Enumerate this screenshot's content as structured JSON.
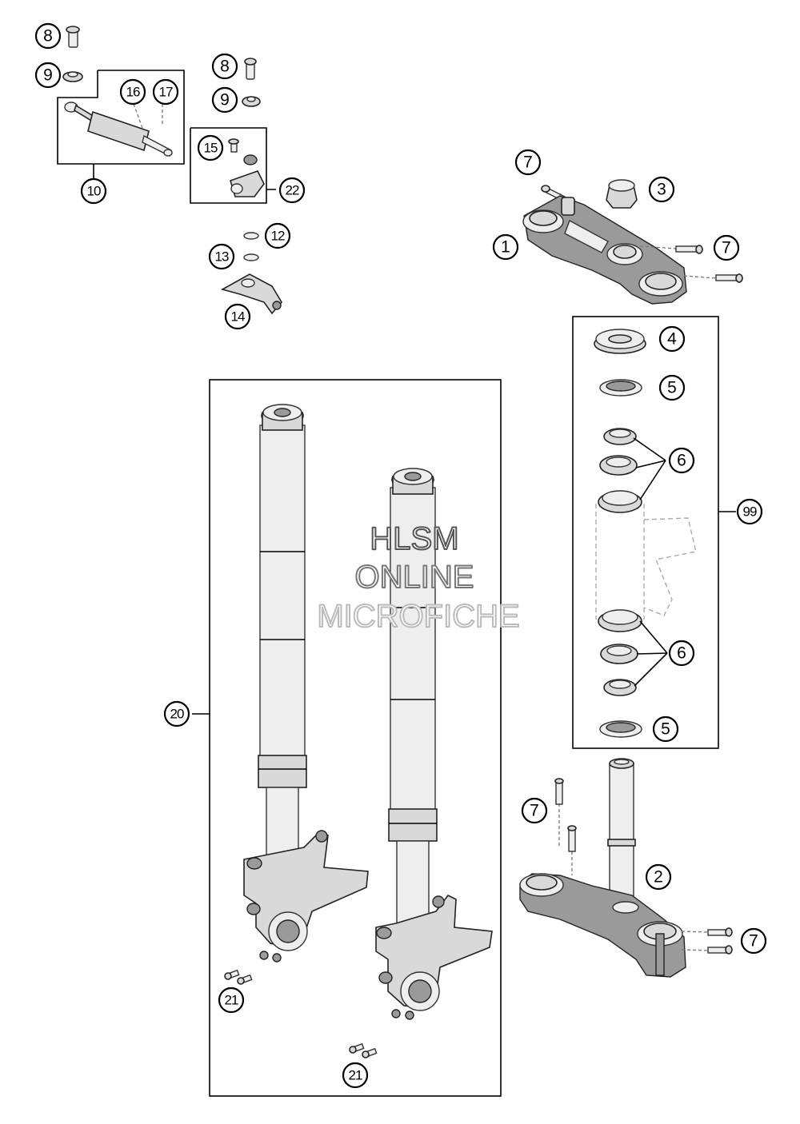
{
  "watermark": {
    "line1": "HLSM",
    "line2": "ONLINE",
    "line3": "MICROFICHE"
  },
  "callouts": [
    {
      "id": "c8a",
      "label": "8"
    },
    {
      "id": "c9a",
      "label": "9"
    },
    {
      "id": "c16",
      "label": "16"
    },
    {
      "id": "c17",
      "label": "17"
    },
    {
      "id": "c10",
      "label": "10"
    },
    {
      "id": "c8b",
      "label": "8"
    },
    {
      "id": "c9b",
      "label": "9"
    },
    {
      "id": "c15",
      "label": "15"
    },
    {
      "id": "c22",
      "label": "22"
    },
    {
      "id": "c12",
      "label": "12"
    },
    {
      "id": "c13",
      "label": "13"
    },
    {
      "id": "c14",
      "label": "14"
    },
    {
      "id": "c7a",
      "label": "7"
    },
    {
      "id": "c3",
      "label": "3"
    },
    {
      "id": "c1",
      "label": "1"
    },
    {
      "id": "c7b",
      "label": "7"
    },
    {
      "id": "c4",
      "label": "4"
    },
    {
      "id": "c5a",
      "label": "5"
    },
    {
      "id": "c6a",
      "label": "6"
    },
    {
      "id": "c99",
      "label": "99"
    },
    {
      "id": "c6b",
      "label": "6"
    },
    {
      "id": "c5b",
      "label": "5"
    },
    {
      "id": "c20",
      "label": "20"
    },
    {
      "id": "c7c",
      "label": "7"
    },
    {
      "id": "c2",
      "label": "2"
    },
    {
      "id": "c7d",
      "label": "7"
    },
    {
      "id": "c21a",
      "label": "21"
    },
    {
      "id": "c21b",
      "label": "21"
    }
  ]
}
